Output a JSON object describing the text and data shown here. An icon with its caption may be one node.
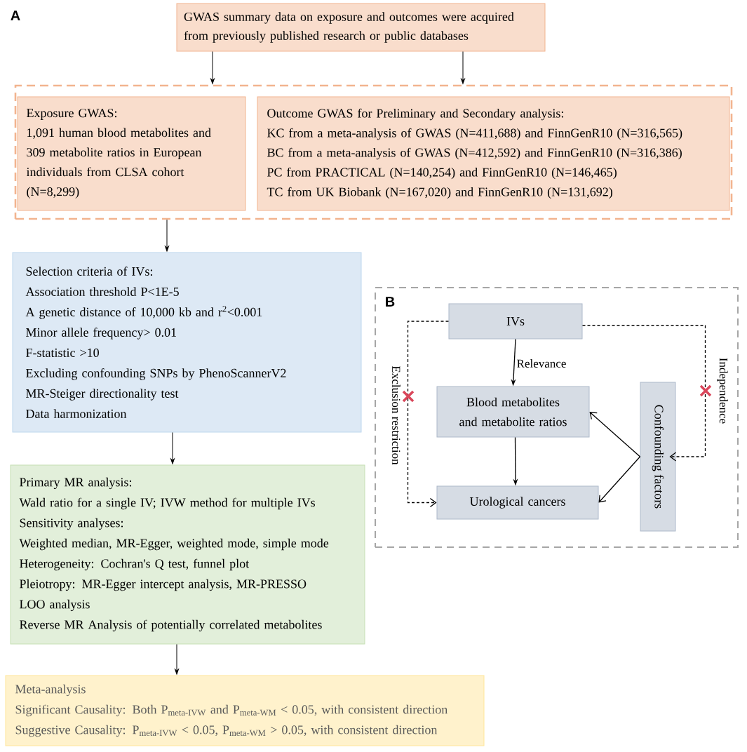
{
  "diagram": {
    "nodes": [
      {
        "text": [
          "GWAS summary data on exposure and outcomes were acquired from previously published research or public databases"
        ]
      },
      {
        "text": [],
        "shape": "box"
      },
      {
        "text": [
          "Exposure GWAS:",
          "1,091 human blood metabolites and 309 metabolite ratios in European individuals from CLSA cohort (N=8,299)"
        ],
        "in": 1
      },
      {
        "text": [
          "Outcome GWAS for Preliminary and Secondary analysis:",
          "KC from a meta-analysis of GWAS (N=411,688) and FinnGenR10 (N=316,565)",
          "BC from a meta-analysis of GWAS (N=412,592) and FinnGenR10 (N=316,386)",
          "PC from PRACTICAL (N=140,254) and FinnGenR10 (N=146,465)",
          "TC from UK Biobank (N=167,020) and FinnGenR10 (N=131,692)"
        ],
        "in": 1
      },
      {
        "text": [
          "Selection criteria of IVs:",
          "Association threshold P<1E-5",
          "A genetic distance of 10,000 kb and r$^{2}$<0.001",
          "Minor allele frequency> 0.01",
          "F-statistic >10",
          "Excluding confounding SNPs by PhenoScannerV2",
          "MR-Steiger directionality test",
          "Data harmonization"
        ]
      },
      {
        "text": [
          "Primary MR analysis:",
          "Wald ratio for a single IV; IVW method for multiple IVs",
          "Sensitivity analyses:",
          "Weighted median, MR-Egger, weighted mode, simple mode",
          "Heterogeneity: Cochran's Q test, funnel plot",
          "Pleiotropy: MR-Egger intercept analysis, MR-PRESSO",
          "LOO analysis",
          "Reverse MR Analysis of potentially correlated metabolites"
        ]
      },
      {
        "text": [
          "Meta-analysis",
          "Significant Causality: Both P$_{meta-IVW}$ and P$_{meta-WM}$ < 0.05, with consistent direction",
          "Suggestive Causality: P$_{meta-IVW}$ < 0.05, P$_{meta-WM}$ > 0.05, with consistent direction"
        ]
      },
      {
        "text": [],
        "shape": "box"
      },
      {
        "text": [
          "IVs"
        ],
        "in": 7
      },
      {
        "text": [
          "Blood metabolites and metabolite ratios"
        ],
        "in": 7
      },
      {
        "text": [
          "Urological cancers"
        ],
        "in": 7
      },
      {
        "text": [
          "Confounding factors"
        ],
        "in": 7
      }
    ],
    "edges": [
      {
        "from": 0,
        "to": 1,
        "arrow": "to"
      },
      {
        "from": 0,
        "to": 1,
        "arrow": "to"
      },
      {
        "from": 1,
        "to": 4,
        "arrow": "to"
      },
      {
        "from": 4,
        "to": 5,
        "arrow": "to"
      },
      {
        "from": 5,
        "to": 6,
        "arrow": "to"
      },
      {
        "from": 8,
        "to": 9,
        "arrow": "to",
        "label": "Relevance"
      },
      {
        "from": 9,
        "to": 10,
        "arrow": "to"
      },
      {
        "from": 11,
        "to": 9,
        "arrow": "to"
      },
      {
        "from": 11,
        "to": 10,
        "arrow": "to"
      },
      {
        "from": 8,
        "to": 10,
        "arrow": "to",
        "label": "Exclusion restriction",
        "style": "dashed"
      },
      {
        "from": 8,
        "to": 11,
        "arrow": "to",
        "label": "Independence",
        "style": "dashed"
      }
    ],
    "labels": [
      "A",
      "B"
    ]
  }
}
